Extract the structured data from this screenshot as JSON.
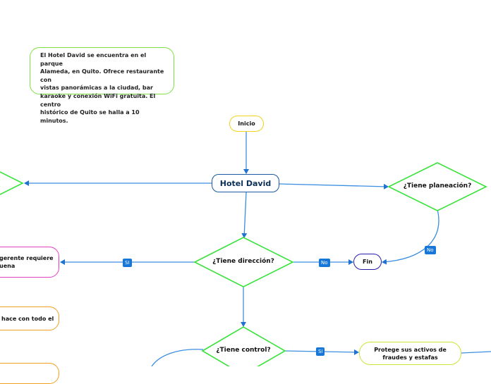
{
  "diagram": {
    "note": {
      "lines": [
        "El Hotel David se encuentra en el parque",
        "Alameda, en Quito. Ofrece restaurante con",
        "vistas panorámicas a la ciudad, bar",
        "karaoke y conexión WiFi gratuita. El centro",
        "histórico de Quito se halla a 10 minutos."
      ]
    },
    "nodes": {
      "inicio": "Inicio",
      "hotel": "Hotel David",
      "planeacion": "¿Tiene planeación?",
      "direccion": "¿Tiene dirección?",
      "control": "¿Tiene control?",
      "fin": "Fin",
      "proteg_line1": "Protege sus activos de",
      "proteg_line2": "fraudes y estafas",
      "pink_line1": "gerente requiere",
      "pink_line2": "uena",
      "orange_text": "hace con todo el"
    },
    "edge_labels": {
      "dir_si": "SI",
      "dir_no": "No",
      "plan_no": "No",
      "control_si": "Si"
    },
    "colors": {
      "connector": "#3b8ee0",
      "decision_border": "#39e23a",
      "tag_bg": "#1677d8"
    }
  }
}
